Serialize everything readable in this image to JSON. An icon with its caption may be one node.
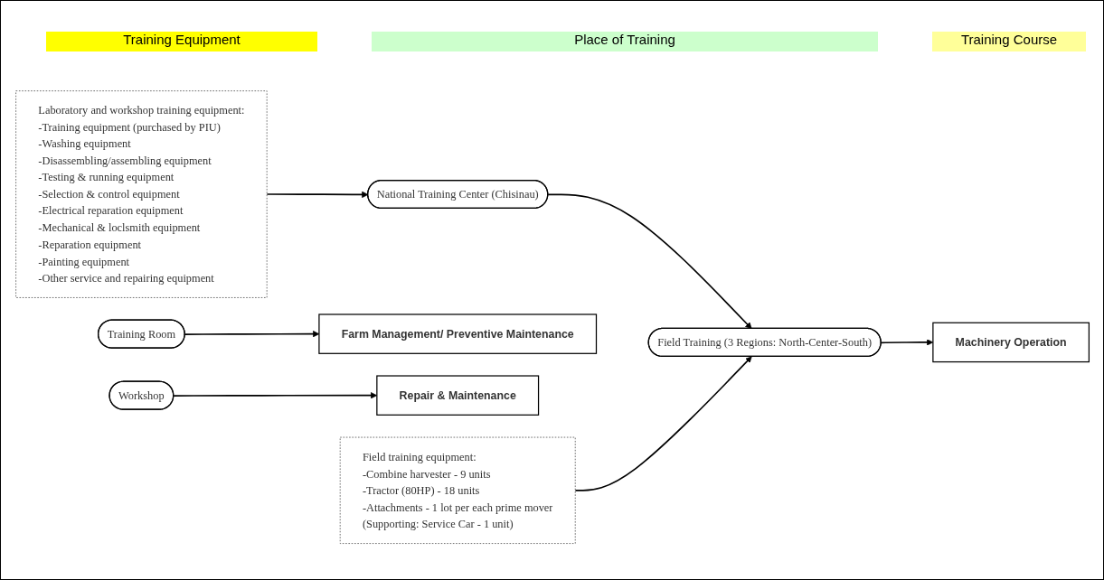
{
  "diagram": {
    "nodes": [
      {
        "text": [
          "Laboratory and workshop training equipment:",
          "-Training equipment (purchased by PIU)",
          "-Washing equipment",
          "-Disassembling/assembling equipment",
          "-Testing & running equipment",
          "-Selection & control equipment",
          "-Electrical reparation equipment",
          "-Mechanical & loclsmith equipment",
          "-Reparation equipment",
          "-Painting equipment",
          "-Other service and repairing equipment"
        ]
      },
      {
        "text": [
          "National Training Center (Chisinau)"
        ]
      },
      {
        "text": [
          "Training Room"
        ]
      },
      {
        "text": [
          "Workshop"
        ]
      },
      {
        "text": [
          "Farm Management/ Preventive Maintenance"
        ]
      },
      {
        "text": [
          "Repair & Maintenance"
        ]
      },
      {
        "text": [
          "Field training equipment:",
          "-Combine harvester - 9 units",
          "-Tractor (80HP) - 18 units",
          "-Attachments - 1 lot per each prime mover",
          "(Supporting: Service Car - 1 unit)"
        ]
      },
      {
        "text": [
          "Field Training (3 Regions: North-Center-South)"
        ]
      },
      {
        "text": [
          "Machinery Operation"
        ]
      }
    ],
    "edges": [
      {
        "from": 0,
        "to": 1,
        "arrow": "to"
      },
      {
        "from": 2,
        "to": 4,
        "arrow": "to"
      },
      {
        "from": 3,
        "to": 5,
        "arrow": "to"
      },
      {
        "from": 1,
        "to": 7,
        "arrow": "to"
      },
      {
        "from": 6,
        "to": 7,
        "arrow": "to"
      },
      {
        "from": 7,
        "to": 8,
        "arrow": "to"
      }
    ],
    "labels": [
      "Training Equipment",
      "Place of Training",
      "Training Course"
    ]
  }
}
